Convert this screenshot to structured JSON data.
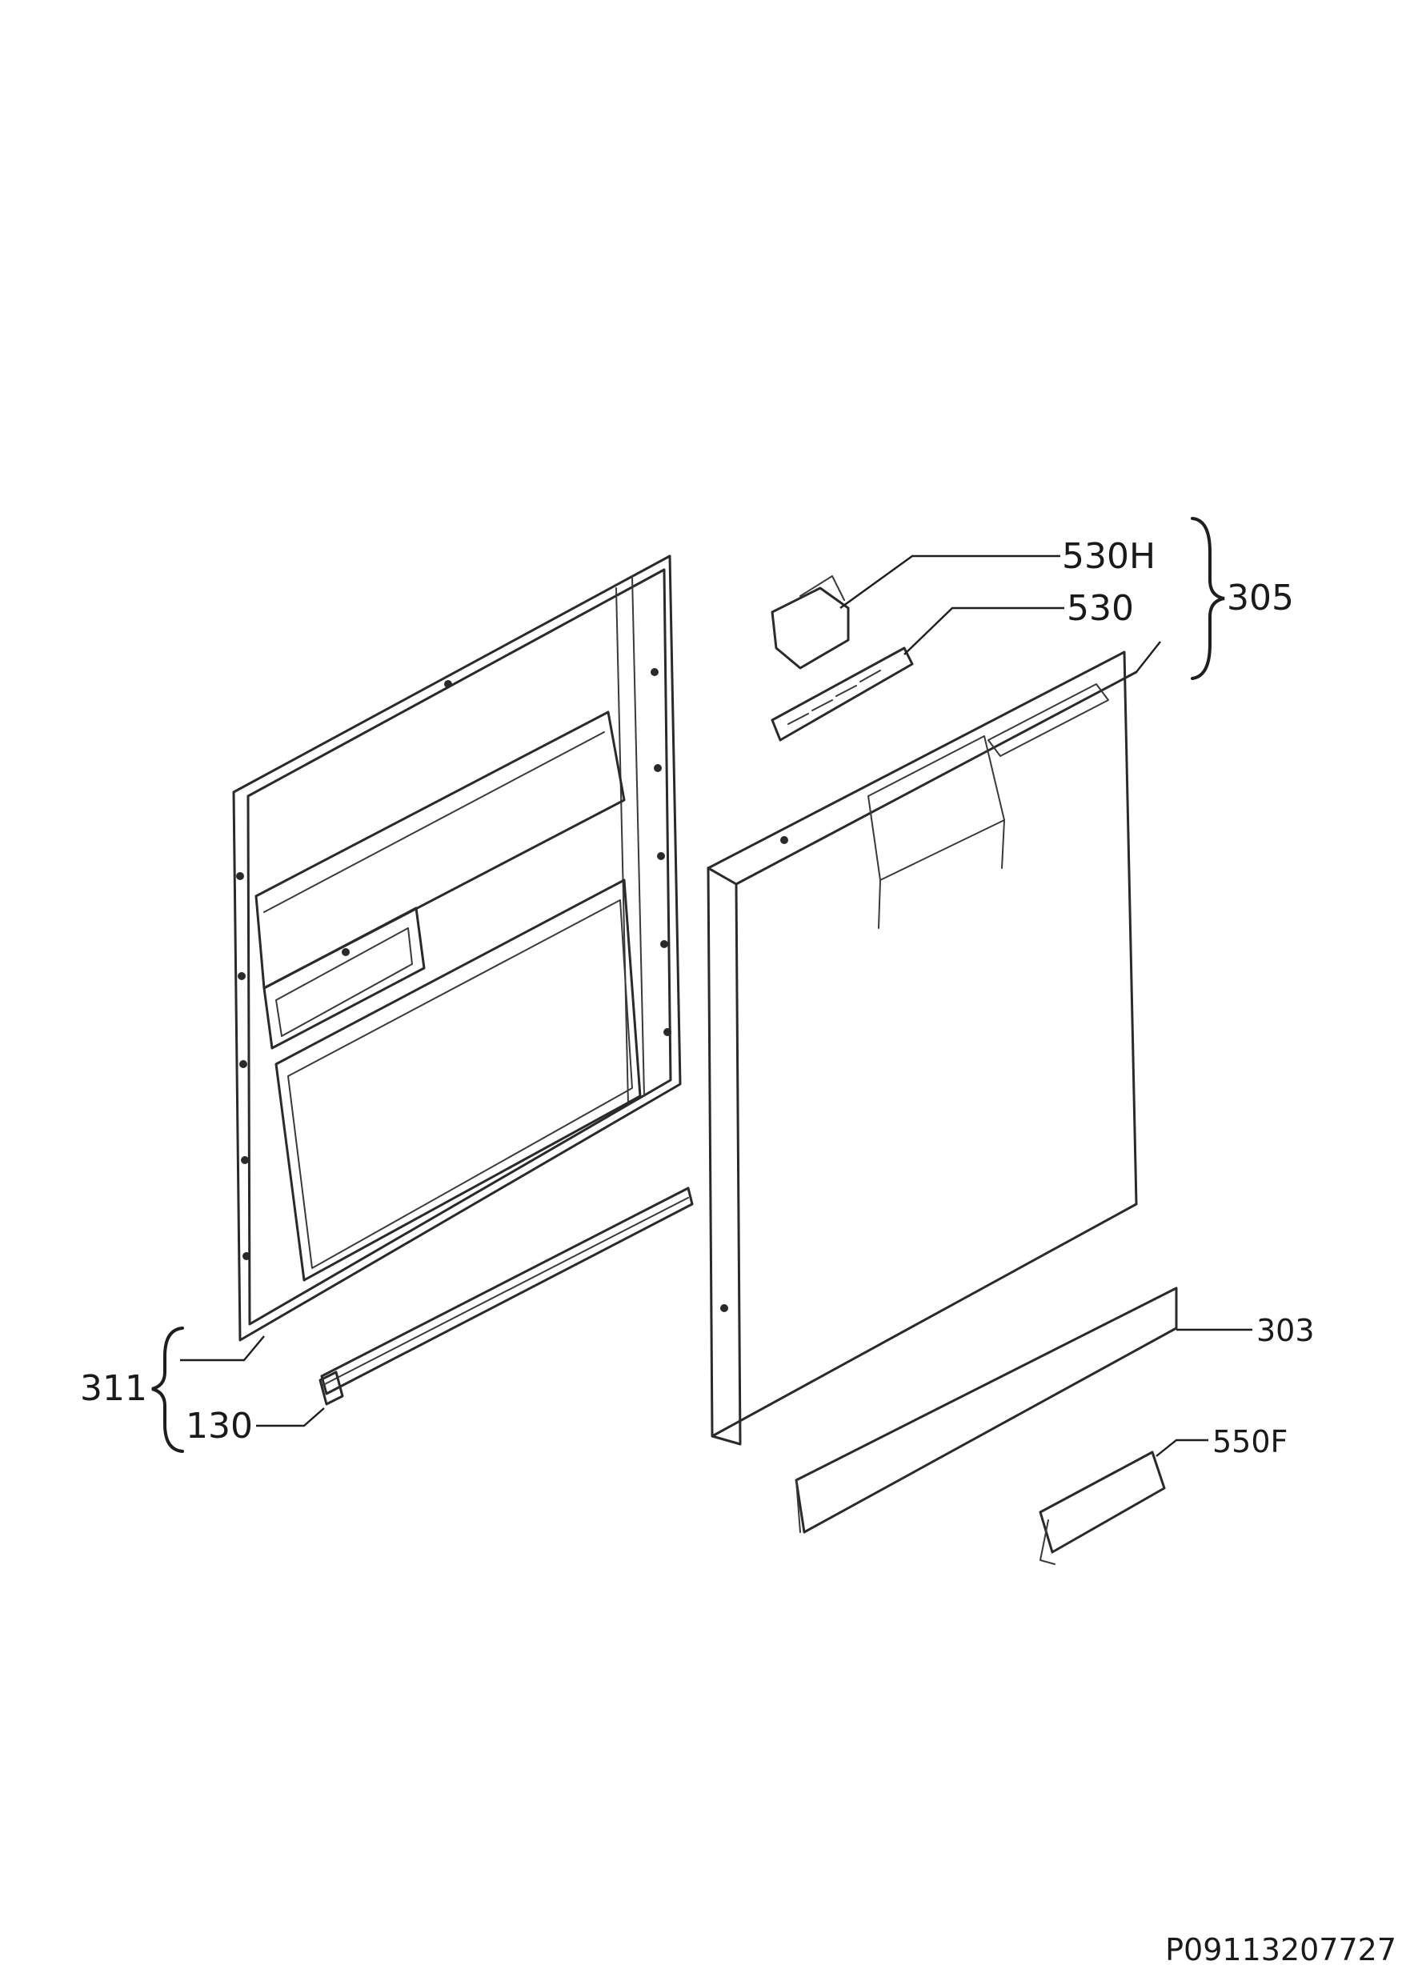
{
  "callouts": {
    "p530H": "530H",
    "p530": "530",
    "p305": "305",
    "p303": "303",
    "p550F": "550F",
    "p311": "311",
    "p130": "130"
  },
  "footer": {
    "reference_code": "P09113207727"
  }
}
